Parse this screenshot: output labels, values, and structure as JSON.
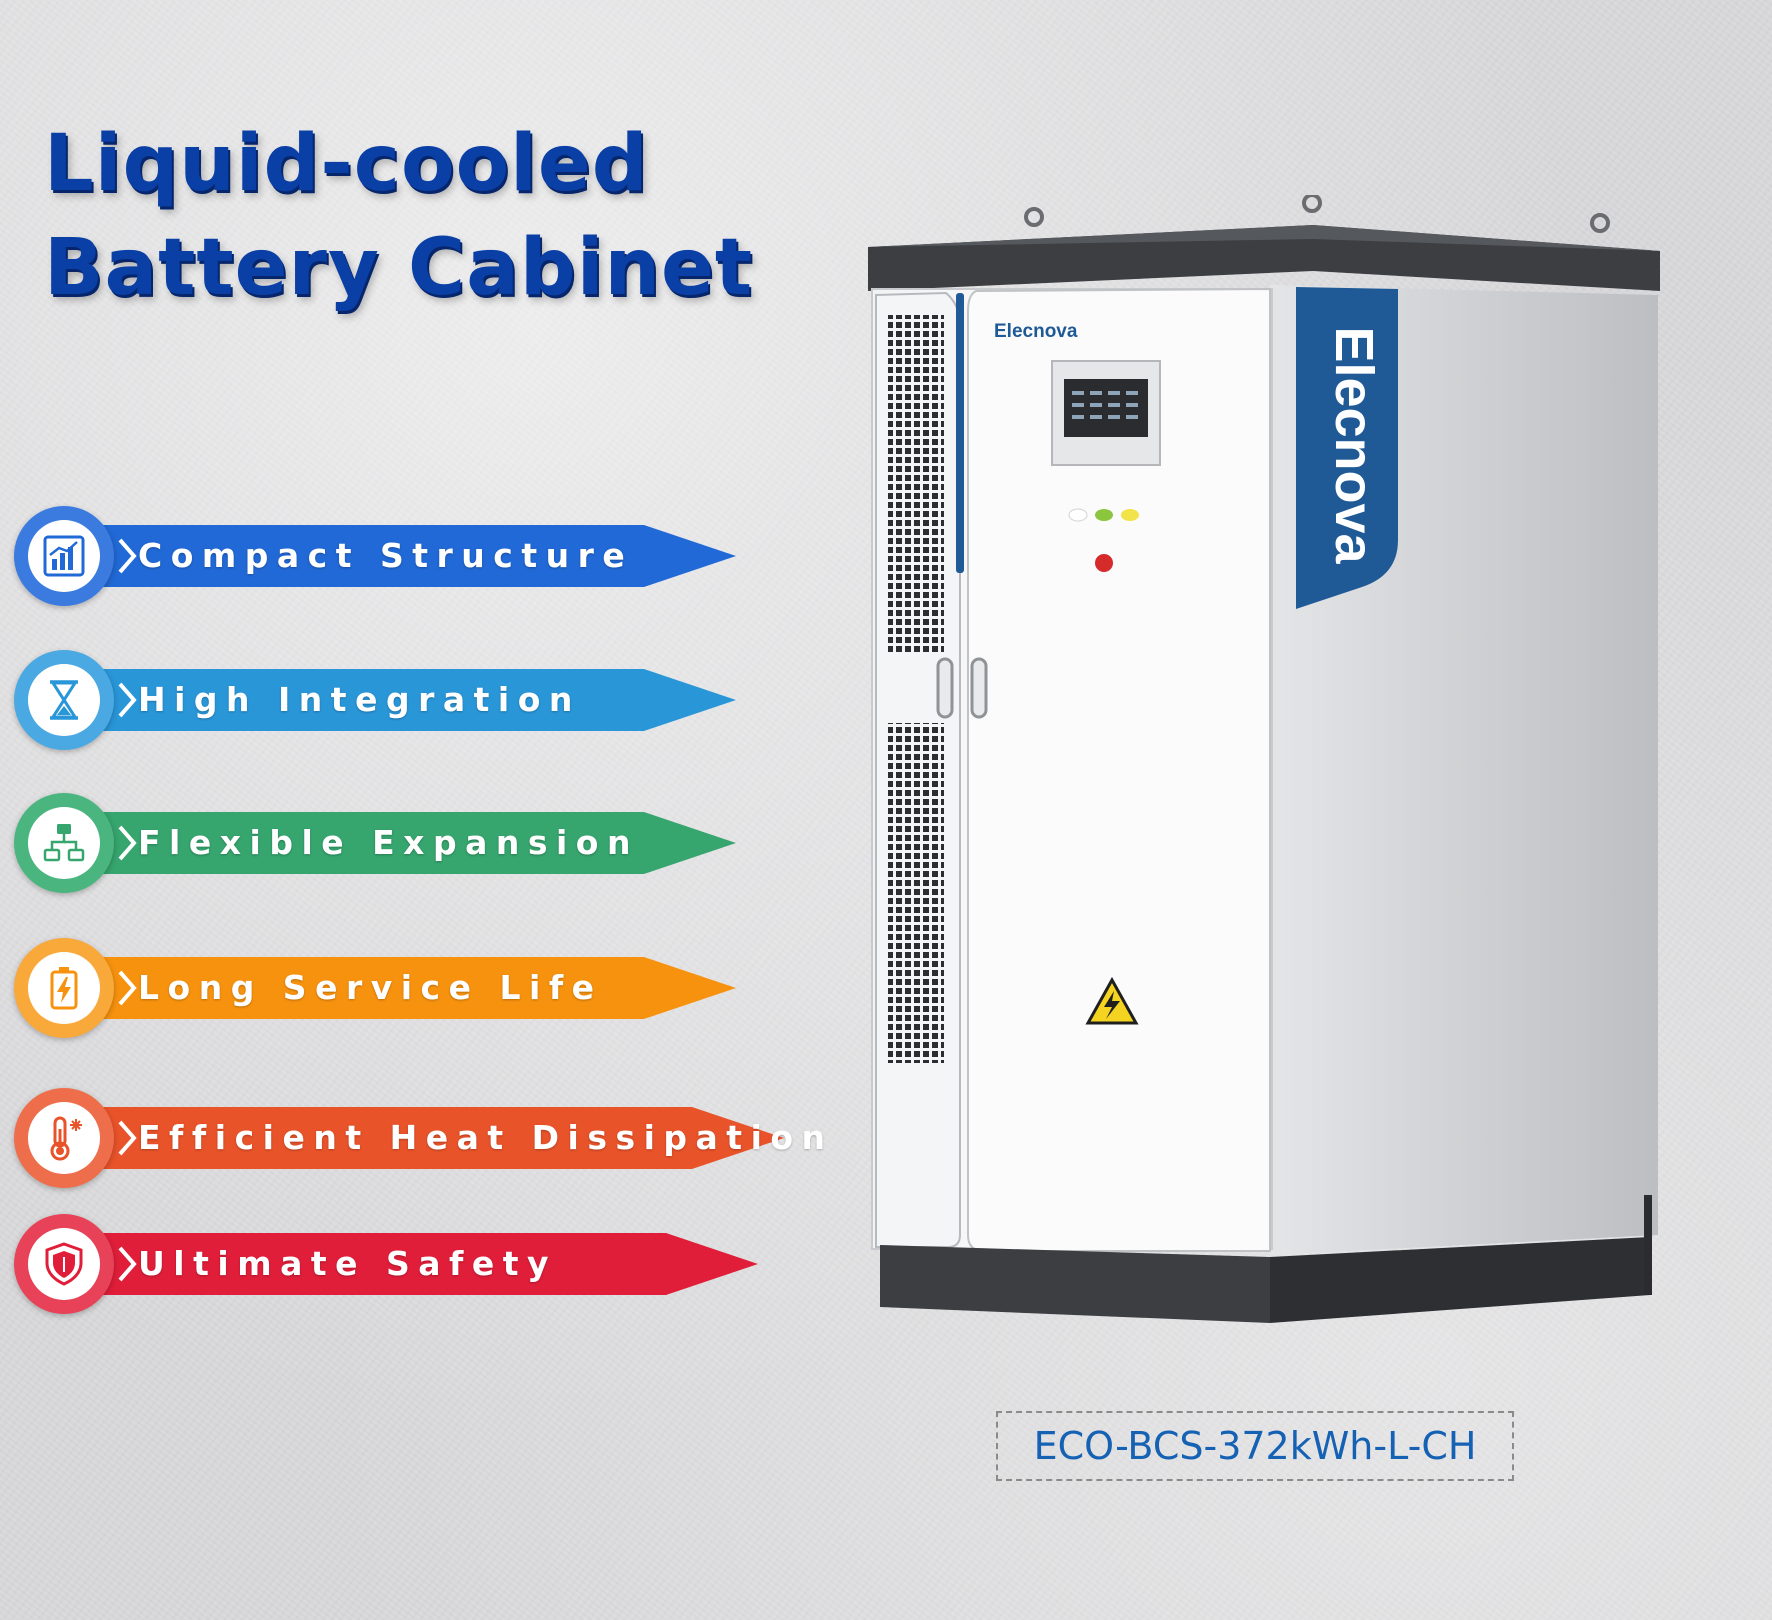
{
  "title": {
    "line1": "Liquid-cooled",
    "line2": "Battery Cabinet"
  },
  "features": [
    {
      "label": "Compact Structure",
      "icon": "bar-chart-icon",
      "color": "#2169d6"
    },
    {
      "label": "High Integration",
      "icon": "hourglass-icon",
      "color": "#2996d8"
    },
    {
      "label": "Flexible Expansion",
      "icon": "network-diagram-icon",
      "color": "#36a56e"
    },
    {
      "label": "Long Service Life",
      "icon": "battery-icon",
      "color": "#f7920e"
    },
    {
      "label": "Efficient Heat Dissipation",
      "icon": "thermometer-snowflake-icon",
      "color": "#e9532a"
    },
    {
      "label": "Ultimate Safety",
      "icon": "shield-icon",
      "color": "#e01e3a"
    }
  ],
  "product": {
    "brand_front": "Elecnova",
    "brand_side": "Elecnova",
    "model": "ECO-BCS-372kWh-L-CH",
    "colors": {
      "brand_blue": "#1f5a96",
      "frame_dark": "#3c3e42",
      "panel_white": "#f7f8f9"
    }
  }
}
